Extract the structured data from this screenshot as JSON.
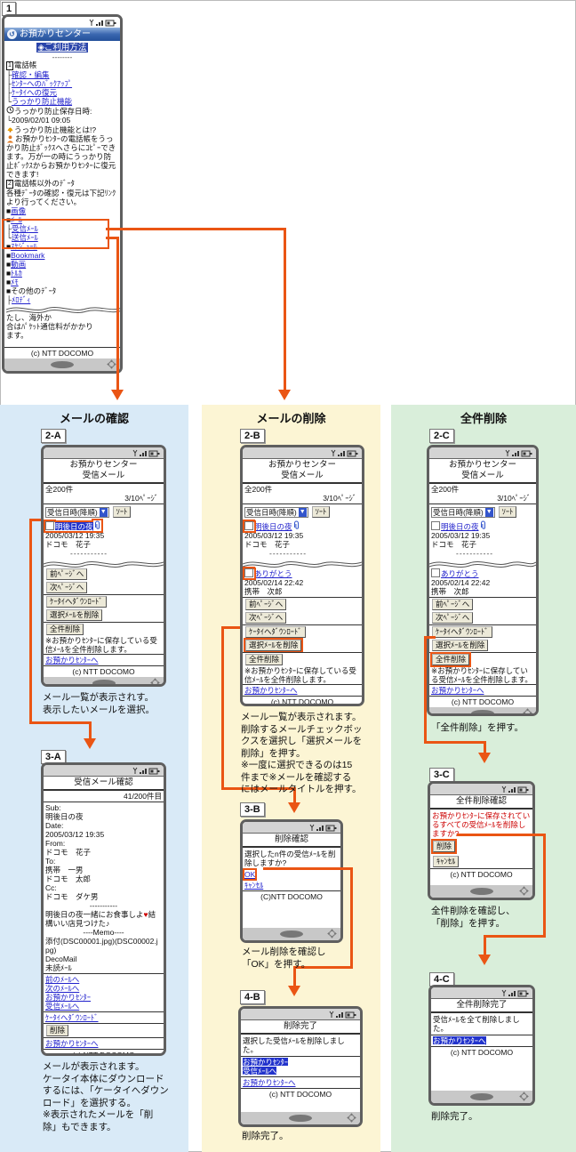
{
  "glyphs": {
    "tee": "├",
    "ell": "└",
    "bullet": "■",
    "diamond": "◈",
    "dash_short": "--------",
    "dash_line": "-----------",
    "memo_line": "----Memo----",
    "select_arrow": "▼"
  },
  "steps": {
    "s1": "1",
    "s2a": "2-A",
    "s3a": "3-A",
    "s2b": "2-B",
    "s3b": "3-B",
    "s4b": "4-B",
    "s2c": "2-C",
    "s3c": "3-C",
    "s4c": "4-C"
  },
  "columns": [
    {
      "label": "メールの確認",
      "bg": "#d9eaf7"
    },
    {
      "label": "メールの削除",
      "bg": "#fcf5d4"
    },
    {
      "label": "全件削除",
      "bg": "#d9eeda"
    }
  ],
  "screen1": {
    "title": "お預かりセンター",
    "usage_link": "ご利用方法",
    "sec1_num": "1",
    "sec1_label": "電話帳",
    "link_confirm": "確認・編集",
    "link_backup": "ｾﾝﾀｰへのﾊﾞｯｸｱｯﾌﾟ",
    "link_restore": "ｹｰﾀｲへの復元",
    "link_ukkari": "うっかり防止機能",
    "save_label": "うっかり防止保存日時:",
    "save_value": "2009/02/01 09:05",
    "qa_link": "うっかり防止機能とは!?",
    "para": "お預かりｾﾝﾀｰの電話帳をうっかり防止ﾎﾞｯｸｽへさらにｺﾋﾟｰできます。万が一の時にうっかり防止ﾎﾞｯｸｽからお預かりｾﾝﾀｰに復元できます!",
    "sec2_num": "2",
    "sec2_label": "電話帳以外のﾃﾞｰﾀ",
    "para2": "各種ﾃﾞｰﾀの確認・復元は下記ﾘﾝｸより行ってください。",
    "link_image": "画像",
    "link_mail": "ﾒｰﾙ",
    "link_recv": "受信ﾒｰﾙ",
    "link_sent": "送信ﾒｰﾙ",
    "link_schedule": "ｽｹｼﾞｭｰﾙ",
    "link_bookmark": "Bookmark",
    "link_movie": "動画",
    "link_toruca": "ﾄﾙｶ",
    "link_memo": "ﾒﾓ",
    "link_other": "その他のﾃﾞｰﾀ",
    "link_melody": "ﾒﾛﾃﾞｨ",
    "note1": "たし、海外か",
    "note2": "合はﾊﾟｹｯﾄ通信料がかかり",
    "note3": "ます。",
    "copyright": "(c) NTT DOCOMO"
  },
  "mail_list": {
    "title1": "お預かりセンター",
    "title2": "受信メール",
    "total": "全200件",
    "page": "3/10ﾍﾟｰｼﾞ",
    "sort_value": "受信日時(降順)",
    "sort_btn": "ｿｰﾄ",
    "mail1_title": "明後日の夜",
    "mail1_date": "2005/03/12 19:35",
    "mail1_from": "ドコモ　花子",
    "mail2_title": "ありがとう",
    "mail2_date": "2005/02/14 22:42",
    "mail2_from": "携帯　次郎",
    "btn_prev": "前ﾍﾟｰｼﾞへ",
    "btn_next": "次ﾍﾟｰｼﾞへ",
    "btn_download": "ｹｰﾀｲへﾀﾞｳﾝﾛｰﾄﾞ",
    "btn_del_sel": "選択ﾒｰﾙを削除",
    "btn_del_all": "全件削除",
    "note": "※お預かりｾﾝﾀｰに保存している受信ﾒｰﾙを全件削除します。",
    "link_center": "お預かりｾﾝﾀｰへ",
    "copyright": "(c) NTT DOCOMO"
  },
  "screen3a": {
    "title": "受信メール確認",
    "counter": "41/200件目",
    "sub_label": "Sub:",
    "sub": "明後日の夜",
    "date_label": "Date:",
    "date": "2005/03/12 19:35",
    "from_label": "From:",
    "from": "ドコモ　花子",
    "to_label": "To:",
    "to1": "携帯　一男",
    "to2": "ドコモ　太郎",
    "cc_label": "Cc:",
    "cc": "ドコモ　ダケ男",
    "body1": "明後日の夜一緒にお食事しよ",
    "heart": "♥",
    "body2": "結構いい店見つけた",
    "deco_mark": "♪",
    "attach": "添付(DSC00001.jpg)(DSC00002.jpg)",
    "decomail": "DecoMail",
    "unread": "未読ﾒｰﾙ",
    "link_prev": "前のﾒｰﾙへ",
    "link_next": "次のﾒｰﾙへ",
    "link_center1": "お預かりｾﾝﾀｰ",
    "link_center2": "受信ﾒｰﾙへ",
    "link_download": "ｹｰﾀｲへﾀﾞｳﾝﾛｰﾄﾞ",
    "btn_delete": "削除",
    "link_center": "お預かりｾﾝﾀｰへ",
    "copyright": "(c) NTT DOCOMO"
  },
  "screen3b": {
    "title": "削除確認",
    "message": "選択したn件の受信ﾒｰﾙを削除しますか?",
    "link_ok": "OK",
    "link_cancel": "ｷｬﾝｾﾙ",
    "copyright": "(C)NTT DOCOMO"
  },
  "screen4b": {
    "title": "削除完了",
    "message": "選択した受信ﾒｰﾙを削除しました。",
    "link_sel1": "お預かりｾﾝﾀｰ",
    "link_sel2": "受信ﾒｰﾙへ",
    "link_center": "お預かりｾﾝﾀｰへ",
    "copyright": "(c) NTT DOCOMO"
  },
  "screen3c": {
    "title": "全件削除確認",
    "message": "お預かりｾﾝﾀｰに保存されているすべての受信ﾒｰﾙを削除しますか?",
    "btn_delete": "削除",
    "btn_cancel": "ｷｬﾝｾﾙ",
    "copyright": "(c) NTT DOCOMO"
  },
  "screen4c": {
    "title": "全件削除完了",
    "message": "受信ﾒｰﾙを全て削除しました。",
    "link_sel": "お預かりｾﾝﾀｰへ",
    "copyright": "(c) NTT DOCOMO"
  },
  "captions": {
    "c2a": "メール一覧が表示されす。\n表示したいメールを選択。",
    "c3a": "メールが表示されます。\nケータイ本体にダウンロード\nするには、「ケータイへダウン\nロード」を選択する。\n※表示されたメールを「削\n除」もできます。",
    "c2b": "メール一覧が表示されます。\n削除するメールチェックボッ\nクスを選択し「選択メールを\n削除」を押す。\n※一度に選択できるのは15\n件まで※メールを確認する\nにはメールタイトルを押す。",
    "c3b": "メール削除を確認し\n「OK」を押す。",
    "c4b": "削除完了。",
    "c2c": "「全件削除」を押す。",
    "c3c": "全件削除を確認し、\n「削除」を押す。",
    "c4c": "削除完了。"
  },
  "colors": {
    "accent_orange": "#ea5514",
    "link_blue": "#2222cc",
    "highlight_blue": "#2233cc",
    "red_text": "#cc0000",
    "col_blue": "#d9eaf7",
    "col_yellow": "#fcf5d4",
    "col_green": "#d9eeda"
  }
}
